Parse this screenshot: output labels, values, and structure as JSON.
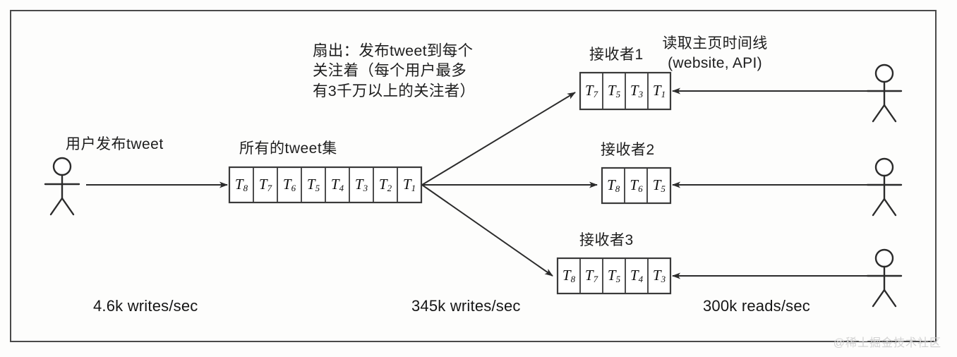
{
  "diagram": {
    "title_fanout": "扇出：发布tweet到每个\n关注着（每个用户最多\n有3千万以上的关注者）",
    "label_user_post": "用户发布tweet",
    "label_all_tweets": "所有的tweet集",
    "label_read_home": "读取主页时间线\n(website, API)",
    "watermark": "@稀土掘金技术社区"
  },
  "main_store": {
    "title": "所有的tweet集",
    "cells": [
      "T8",
      "T7",
      "T6",
      "T5",
      "T4",
      "T3",
      "T2",
      "T1"
    ]
  },
  "receivers": [
    {
      "title": "接收者1",
      "cells": [
        "T7",
        "T5",
        "T3",
        "T1"
      ]
    },
    {
      "title": "接收者2",
      "cells": [
        "T8",
        "T6",
        "T5"
      ]
    },
    {
      "title": "接收者3",
      "cells": [
        "T8",
        "T7",
        "T5",
        "T4",
        "T3"
      ]
    }
  ],
  "metrics": {
    "writes_in": "4.6k writes/sec",
    "writes_fanout": "345k writes/sec",
    "reads": "300k reads/sec"
  },
  "colors": {
    "stroke": "#2b2b2b",
    "frame": "#4a4a4a",
    "box_fill": "#ffffff",
    "watermark": "#d2d2d2"
  },
  "actors": {
    "writer_name": "stick-figure-writer",
    "reader_names": [
      "stick-figure-reader-1",
      "stick-figure-reader-2",
      "stick-figure-reader-3"
    ]
  }
}
